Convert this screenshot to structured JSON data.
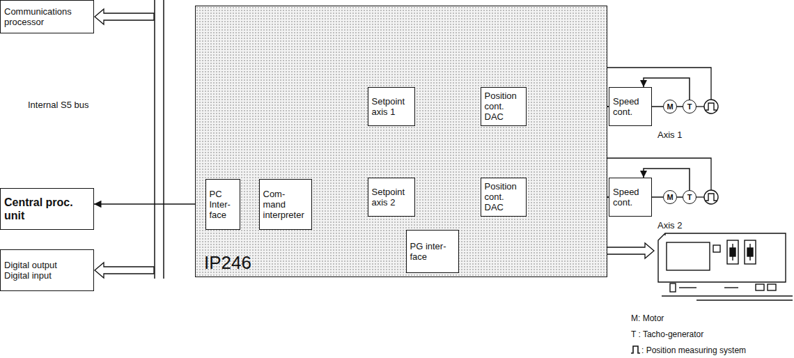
{
  "diagram": {
    "nodes": [
      {
        "text": [
          "Communications processor"
        ]
      },
      {
        "text": [
          "Central proc. unit"
        ]
      },
      {
        "text": [
          "Digital output",
          "Digital input"
        ]
      },
      {
        "text": [
          "IP246"
        ]
      },
      {
        "text": [
          "PC Inter- face"
        ],
        "in": 3
      },
      {
        "text": [
          "Com- mand interpreter"
        ],
        "in": 3
      },
      {
        "text": [
          "Setpoint axis 1"
        ],
        "in": 3
      },
      {
        "text": [
          "Position cont. DAC"
        ],
        "in": 3
      },
      {
        "text": [
          "Setpoint axis 2"
        ],
        "in": 3
      },
      {
        "text": [
          "Position cont. DAC"
        ],
        "in": 3
      },
      {
        "text": [
          "PG inter- face"
        ],
        "in": 3
      },
      {
        "text": [
          "Speed cont."
        ]
      },
      {
        "text": [
          "M"
        ]
      },
      {
        "text": [
          "T"
        ]
      },
      {
        "text": [
          "Speed cont."
        ]
      },
      {
        "text": [
          "M"
        ]
      },
      {
        "text": [
          "T"
        ]
      }
    ],
    "edges": [
      {
        "from": 1,
        "to": 4,
        "arrow": "both"
      },
      {
        "from": 4,
        "to": 5,
        "arrow": "both"
      },
      {
        "from": 5,
        "to": 6,
        "arrow": "both"
      },
      {
        "from": 5,
        "to": 8,
        "arrow": "to"
      },
      {
        "from": 5,
        "to": 10,
        "arrow": "both"
      },
      {
        "from": 6,
        "to": 7,
        "arrow": "to"
      },
      {
        "from": 8,
        "to": 9,
        "arrow": "to"
      },
      {
        "from": 7,
        "to": 11,
        "arrow": "to"
      },
      {
        "from": 9,
        "to": 14,
        "arrow": "to"
      },
      {
        "from": 11,
        "to": 12,
        "arrow": "none"
      },
      {
        "from": 12,
        "to": 13,
        "arrow": "none"
      },
      {
        "from": 13,
        "to": 11,
        "arrow": "to"
      },
      {
        "from": 14,
        "to": 15,
        "arrow": "none"
      },
      {
        "from": 15,
        "to": 16,
        "arrow": "none"
      },
      {
        "from": 16,
        "to": 14,
        "arrow": "to"
      }
    ],
    "labels": [
      "Internal S5 bus",
      "Axis 1",
      "Axis 2",
      "M: Motor",
      "T : Tacho-generator",
      ": Position measuring system"
    ]
  }
}
